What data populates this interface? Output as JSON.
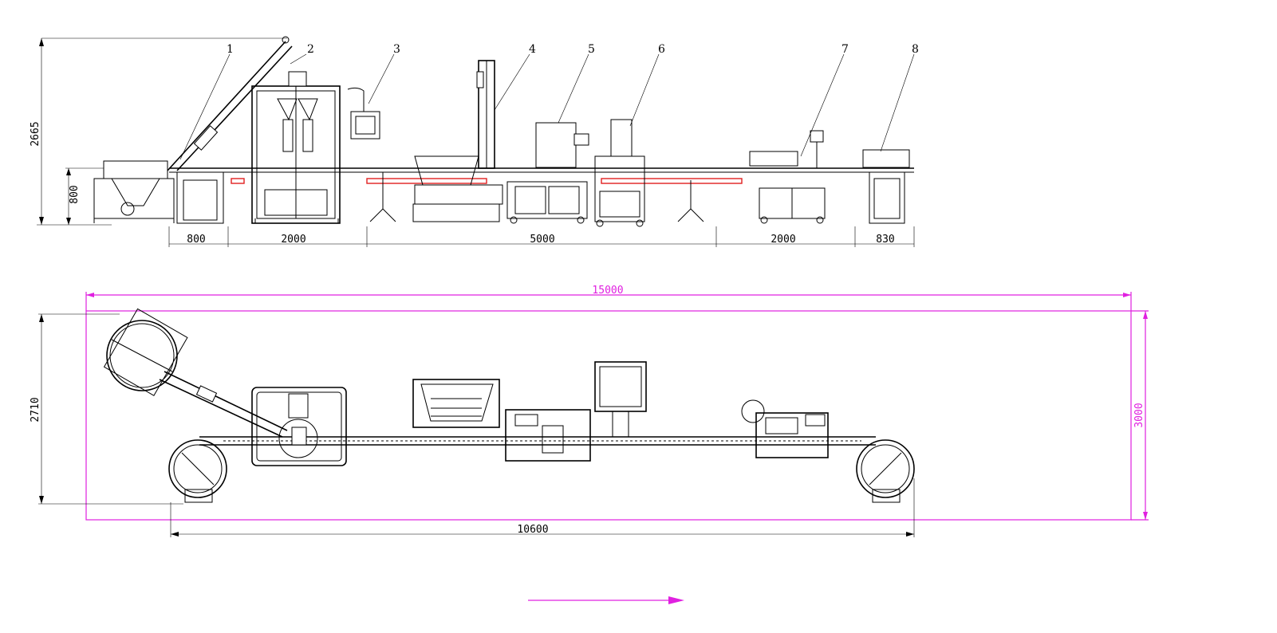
{
  "callouts": [
    "1",
    "2",
    "3",
    "4",
    "5",
    "6",
    "7",
    "8"
  ],
  "side_view": {
    "height_total": "2665",
    "height_table": "800",
    "bottom_dims": [
      "800",
      "2000",
      "5000",
      "2000",
      "830"
    ]
  },
  "top_view": {
    "outline_width": "15000",
    "outline_height": "3000",
    "depth": "2710",
    "line_length": "10600"
  },
  "colors": {
    "line": "#000000",
    "outline": "#e020e0",
    "highlight": "#e02020"
  },
  "flow_direction": "right"
}
